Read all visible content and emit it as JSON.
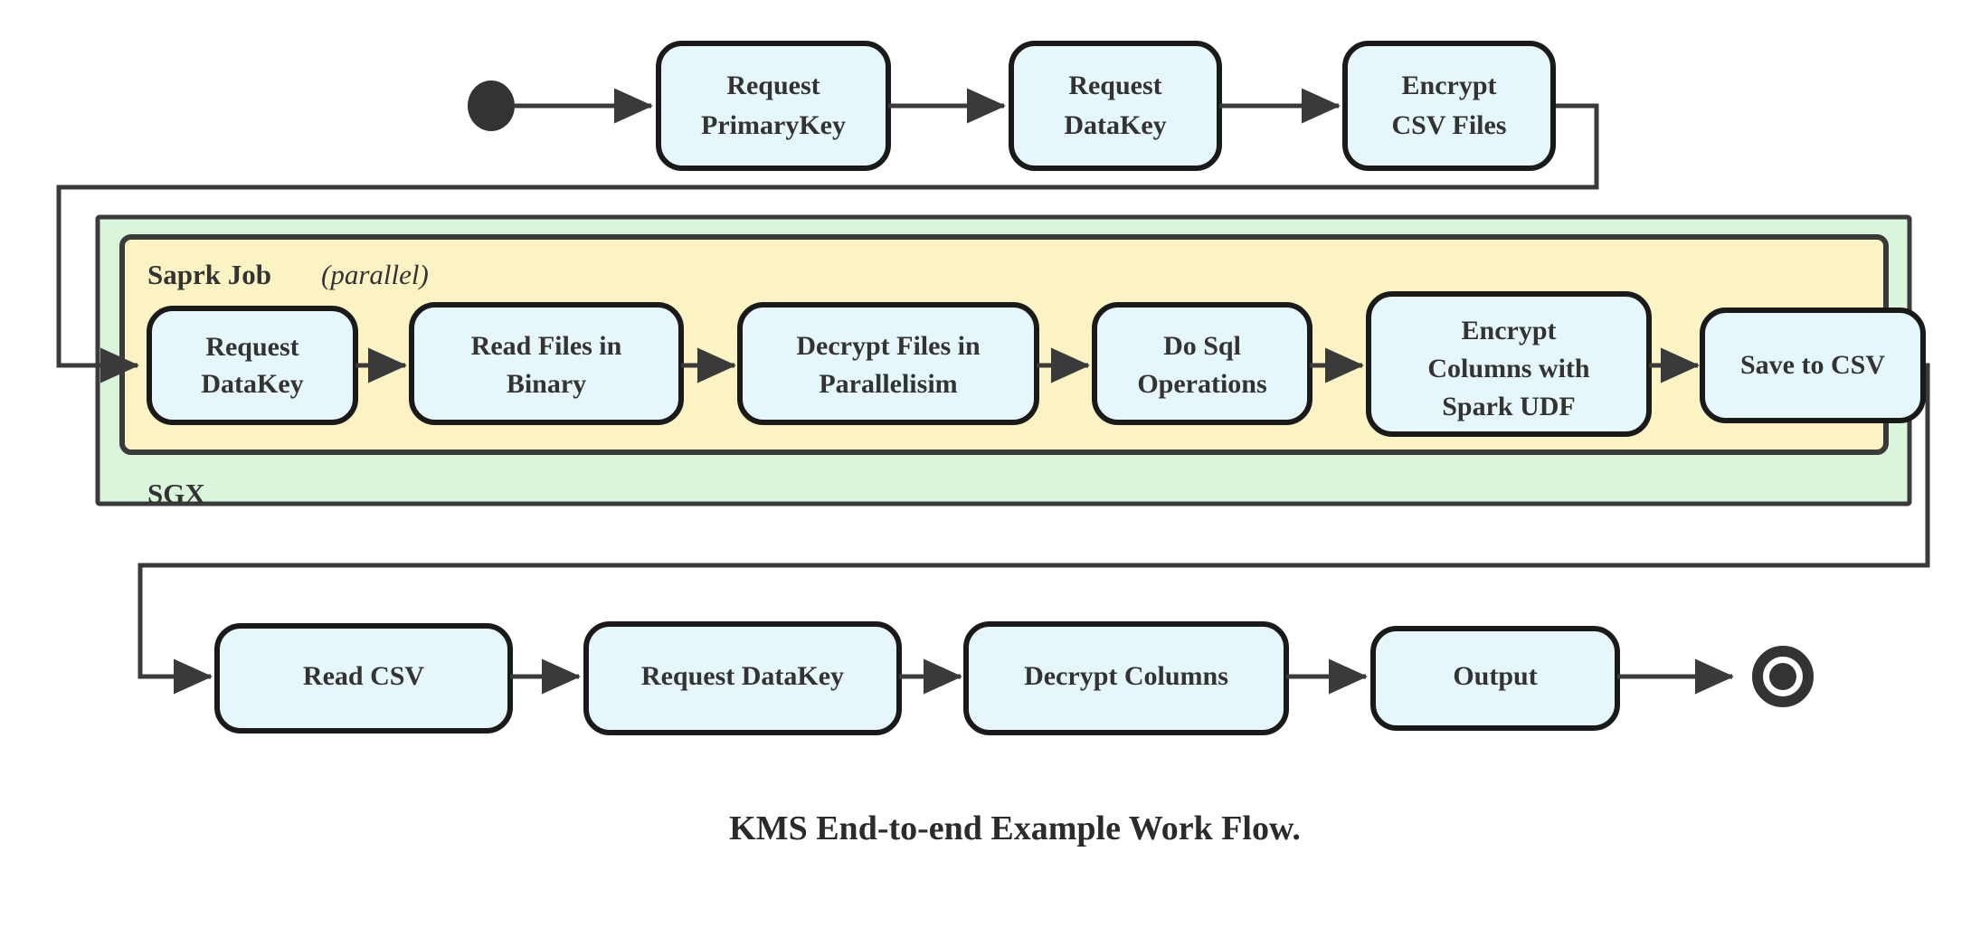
{
  "diagram": {
    "caption": "KMS End-to-end Example Work Flow.",
    "colors": {
      "node_fill": "#e6f7fb",
      "node_stroke": "#1a1a1a",
      "sgx_container_fill": "#d9f5dc",
      "spark_container_fill": "#fbf3c4",
      "edge": "#3a3a3a",
      "text": "#333333"
    },
    "start_node": {
      "name": "start",
      "label": ""
    },
    "end_node": {
      "name": "end",
      "label": ""
    },
    "containers": [
      {
        "id": "sgx",
        "label": "SGX",
        "label_suffix": ""
      },
      {
        "id": "spark",
        "label": "Saprk Job",
        "label_suffix": "(parallel)"
      }
    ],
    "rows": {
      "top": {
        "nodes": [
          {
            "id": "request-primarykey",
            "lines": [
              "Request",
              "PrimaryKey"
            ]
          },
          {
            "id": "request-datakey-top",
            "lines": [
              "Request",
              "DataKey"
            ]
          },
          {
            "id": "encrypt-csv-files",
            "lines": [
              "Encrypt",
              "CSV Files"
            ]
          }
        ]
      },
      "middle": {
        "nodes": [
          {
            "id": "request-datakey-mid",
            "lines": [
              "Request",
              "DataKey"
            ]
          },
          {
            "id": "read-files-in-binary",
            "lines": [
              "Read Files in",
              "Binary"
            ]
          },
          {
            "id": "decrypt-files-in-parallelisim",
            "lines": [
              "Decrypt Files in",
              "Parallelisim"
            ]
          },
          {
            "id": "do-sql-operations",
            "lines": [
              "Do Sql",
              "Operations"
            ]
          },
          {
            "id": "encrypt-columns-with-spark-udf",
            "lines": [
              "Encrypt",
              "Columns with",
              "Spark UDF"
            ]
          },
          {
            "id": "save-to-csv",
            "lines": [
              "Save to CSV"
            ]
          }
        ]
      },
      "bottom": {
        "nodes": [
          {
            "id": "read-csv",
            "lines": [
              "Read CSV"
            ]
          },
          {
            "id": "request-datakey-bottom",
            "lines": [
              "Request DataKey"
            ]
          },
          {
            "id": "decrypt-columns",
            "lines": [
              "Decrypt Columns"
            ]
          },
          {
            "id": "output",
            "lines": [
              "Output"
            ]
          }
        ]
      }
    },
    "flow_sequence": [
      "start",
      "Request PrimaryKey",
      "Request DataKey",
      "Encrypt CSV Files",
      "Request DataKey",
      "Read Files in Binary",
      "Decrypt Files in Parallelisim",
      "Do Sql Operations",
      "Encrypt Columns with Spark UDF",
      "Save to CSV",
      "Read CSV",
      "Request DataKey",
      "Decrypt Columns",
      "Output",
      "end"
    ]
  }
}
